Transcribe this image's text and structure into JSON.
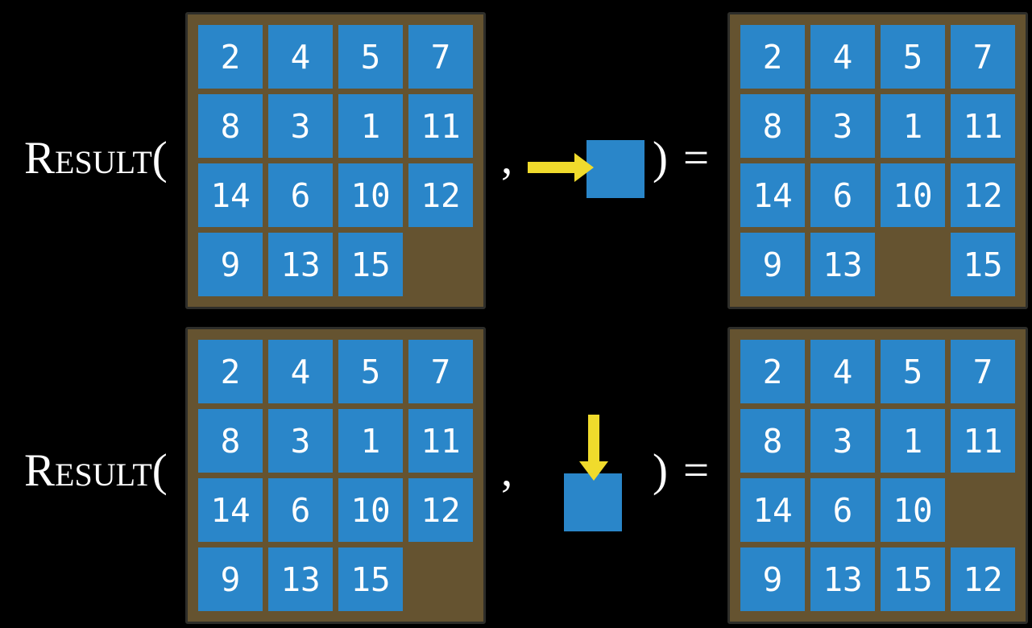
{
  "colors": {
    "background_black": "#000000",
    "board_brown": "#655330",
    "tile_blue": "#2a86c9",
    "arrow_yellow": "#f0db2c",
    "number_white": "#ffffff",
    "text_white": "#ffffff"
  },
  "examples": [
    {
      "function_name": "Result",
      "open_paren": "(",
      "comma": ",",
      "close_paren": ")",
      "equals_sign": "=",
      "action_direction": "right",
      "before": [
        [
          "2",
          "4",
          "5",
          "7"
        ],
        [
          "8",
          "3",
          "1",
          "11"
        ],
        [
          "14",
          "6",
          "10",
          "12"
        ],
        [
          "9",
          "13",
          "15",
          ""
        ]
      ],
      "after": [
        [
          "2",
          "4",
          "5",
          "7"
        ],
        [
          "8",
          "3",
          "1",
          "11"
        ],
        [
          "14",
          "6",
          "10",
          "12"
        ],
        [
          "9",
          "13",
          "",
          "15"
        ]
      ]
    },
    {
      "function_name": "Result",
      "open_paren": "(",
      "comma": ",",
      "close_paren": ")",
      "equals_sign": "=",
      "action_direction": "down",
      "before": [
        [
          "2",
          "4",
          "5",
          "7"
        ],
        [
          "8",
          "3",
          "1",
          "11"
        ],
        [
          "14",
          "6",
          "10",
          "12"
        ],
        [
          "9",
          "13",
          "15",
          ""
        ]
      ],
      "after": [
        [
          "2",
          "4",
          "5",
          "7"
        ],
        [
          "8",
          "3",
          "1",
          "11"
        ],
        [
          "14",
          "6",
          "10",
          ""
        ],
        [
          "9",
          "13",
          "15",
          "12"
        ]
      ]
    }
  ]
}
